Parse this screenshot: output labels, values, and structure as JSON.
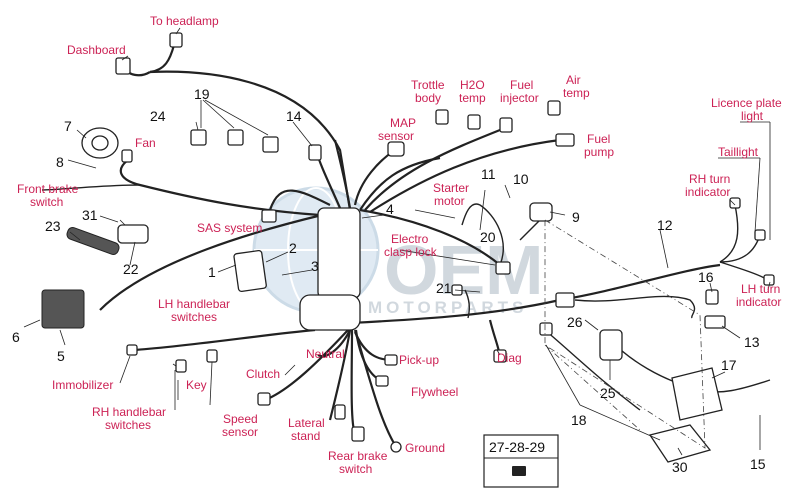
{
  "watermark": {
    "brand": "OEM",
    "subtitle": "MOTORPARTS"
  },
  "labels": {
    "to_headlamp": "To headlamp",
    "dashboard": "Dashboard",
    "fan": "Fan",
    "front_brake_switch_1": "Front brake",
    "front_brake_switch_2": "switch",
    "sas_system": "SAS system",
    "map_sensor_1": "MAP",
    "map_sensor_2": "sensor",
    "trottle_body_1": "Trottle",
    "trottle_body_2": "body",
    "h2o_temp_1": "H2O",
    "h2o_temp_2": "temp",
    "fuel_injector_1": "Fuel",
    "fuel_injector_2": "injector",
    "air_temp_1": "Air",
    "air_temp_2": "temp",
    "fuel_pump_1": "Fuel",
    "fuel_pump_2": "pump",
    "starter_motor_1": "Starter",
    "starter_motor_2": "motor",
    "electro_clasp_lock_1": "Electro",
    "electro_clasp_lock_2": "clasp lock",
    "licence_plate_light_1": "Licence plate",
    "licence_plate_light_2": "light",
    "taillight": "Taillight",
    "rh_turn_indicator_1": "RH turn",
    "rh_turn_indicator_2": "indicator",
    "lh_turn_indicator_1": "LH turn",
    "lh_turn_indicator_2": "indicator",
    "lh_handlebar_switches_1": "LH handlebar",
    "lh_handlebar_switches_2": "switches",
    "immobilizer": "Immobilizer",
    "key": "Key",
    "rh_handlebar_switches_1": "RH handlebar",
    "rh_handlebar_switches_2": "switches",
    "clutch": "Clutch",
    "neutral": "Neutral",
    "pick_up": "Pick-up",
    "flywheel": "Flywheel",
    "diag": "Diag",
    "speed_sensor_1": "Speed",
    "speed_sensor_2": "sensor",
    "lateral_stand_1": "Lateral",
    "lateral_stand_2": "stand",
    "rear_brake_switch_1": "Rear brake",
    "rear_brake_switch_2": "switch",
    "ground": "Ground"
  },
  "part_numbers": {
    "n1": "1",
    "n2": "2",
    "n3": "3",
    "n4": "4",
    "n5": "5",
    "n6": "6",
    "n7": "7",
    "n8": "8",
    "n9": "9",
    "n10": "10",
    "n11": "11",
    "n12": "12",
    "n13": "13",
    "n14": "14",
    "n15": "15",
    "n16": "16",
    "n17": "17",
    "n18": "18",
    "n19": "19",
    "n20": "20",
    "n21": "21",
    "n22": "22",
    "n23": "23",
    "n24": "24",
    "n25": "25",
    "n26": "26",
    "n30": "30",
    "n31": "31"
  },
  "inset_box": {
    "title": "27-28-29"
  },
  "colors": {
    "label_red": "#cc2255",
    "line_black": "#222222",
    "watermark_blue": "#9aa9b8"
  }
}
